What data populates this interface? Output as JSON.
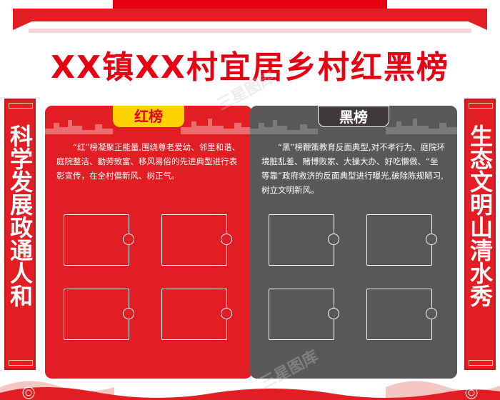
{
  "title": "XX镇XX村宜居乡村红黑榜",
  "left_couplet": "科学发展政通人和",
  "right_couplet": "生态文明山清水秀",
  "red_board": {
    "label": "红榜",
    "description": "“红”榜凝聚正能量,围绕尊老爱幼、邻里和谐、庭院整洁、勤劳致富、移风易俗的先进典型进行表彰宣传，在全村倡新风、树正气。"
  },
  "black_board": {
    "label": "黑榜",
    "description": "“黑”榜鞭策教育反面典型,对不孝行为、庭院环境脏乱差、赌博败家、大操大办、好吃懒做、“坐等靠”政府救济的反面典型进行曝光,破除陈规陋习,树立文明新风。"
  },
  "watermark": "三星图库",
  "colors": {
    "red": "#e21d23",
    "gray": "#595757",
    "yellow": "#ffd200"
  }
}
